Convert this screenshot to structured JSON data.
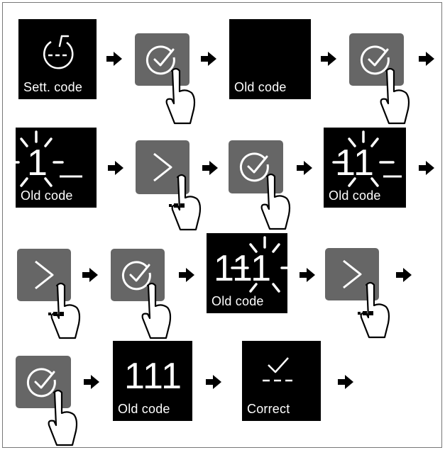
{
  "labels": {
    "sett_code": "Sett. code",
    "old_code": "Old code",
    "correct": "Correct"
  },
  "digits": {
    "first": "1",
    "second": "11",
    "third": "111",
    "final": "111"
  },
  "icons": {
    "timer": "code-setting-icon",
    "confirm": "check-circle-icon",
    "next": "chevron-right-icon",
    "finger": "finger-press-icon",
    "arrow": "arrow-right-icon",
    "correct": "checkmark-dashes-icon"
  },
  "colors": {
    "display_bg": "#000000",
    "button_bg": "#666666",
    "foreground": "#ffffff",
    "arrow": "#000000"
  }
}
